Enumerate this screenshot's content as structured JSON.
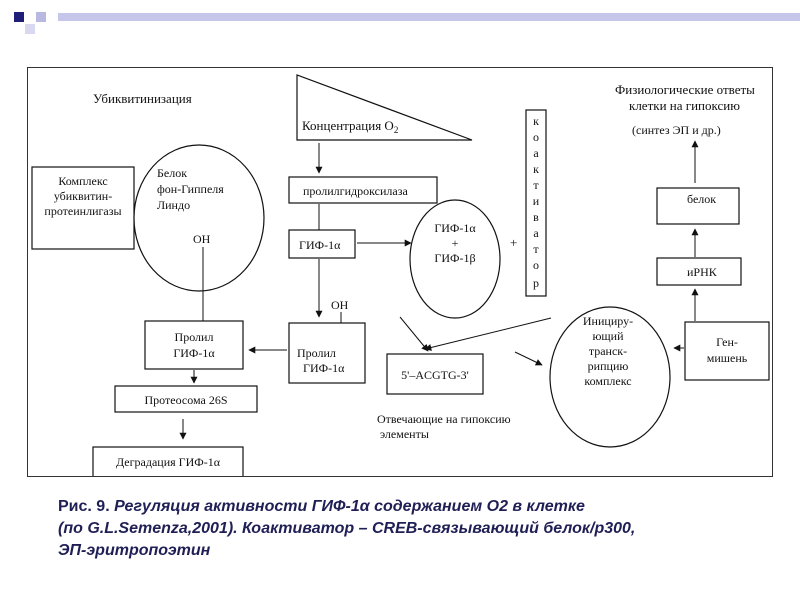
{
  "diagram": {
    "ubiquitination": "Убиквитинизация",
    "concentration": "Концентрация O",
    "concentration_sub": "2",
    "coactivator_letters": [
      "к",
      "о",
      "а",
      "к",
      "т",
      "и",
      "в",
      "а",
      "т",
      "о",
      "р"
    ],
    "physio_title_line1": "Физиологические ответы",
    "physio_title_line2": "клетки на гипоксию",
    "physio_note": "(синтез ЭП и др.)",
    "complex_line1": "Комплекс",
    "complex_line2": "убиквитин-",
    "complex_line3": "протеинлигазы",
    "vhl_line1": "Белок",
    "vhl_line2": "фон-Гиппеля",
    "vhl_line3": "Линдо",
    "vhl_oh": "OH",
    "prolyl_hydroxylase": "пролилгидроксилаза",
    "hif1a": "ГИФ-1α",
    "dimer_line1": "ГИФ-1α",
    "dimer_line2": "+",
    "dimer_line3": "ГИФ-1β",
    "plus": "+",
    "oh": "OH",
    "prolyl_hif_left_line1": "Пролил",
    "prolyl_hif_left_line2": "ГИФ-1α",
    "prolyl_hif_mid_line1": "Пролил",
    "prolyl_hif_mid_line2": "ГИФ-1α",
    "proteasome": "Протеосома 26S",
    "degradation": "Деградация  ГИФ-1α",
    "hre": "5'–ACGTG-3'",
    "hre_caption_line1": "Отвечающие на гипоксию",
    "hre_caption_line2": "элементы",
    "init_line1": "Инициру-",
    "init_line2": "ющий",
    "init_line3": "транск-",
    "init_line4": "рипцию",
    "init_line5": "комплекс",
    "target_line1": "Ген-",
    "target_line2": "мишень",
    "mrna": "иРНК",
    "protein": "белок"
  },
  "caption": {
    "lead": "Рис. 9. ",
    "line1": "Регуляция активности ГИФ-1α содержанием О2 в клетке",
    "line2": "(по G.L.Semenza,2001). Коактиватор – CREB-связывающий белок/р300,",
    "line3": "ЭП-эритропоэтин"
  },
  "colors": {
    "accent_square": "#1f1f7a",
    "light_square": "#b8b8e0",
    "bar": "#c6c6ea",
    "caption_text": "#1f1f55"
  }
}
